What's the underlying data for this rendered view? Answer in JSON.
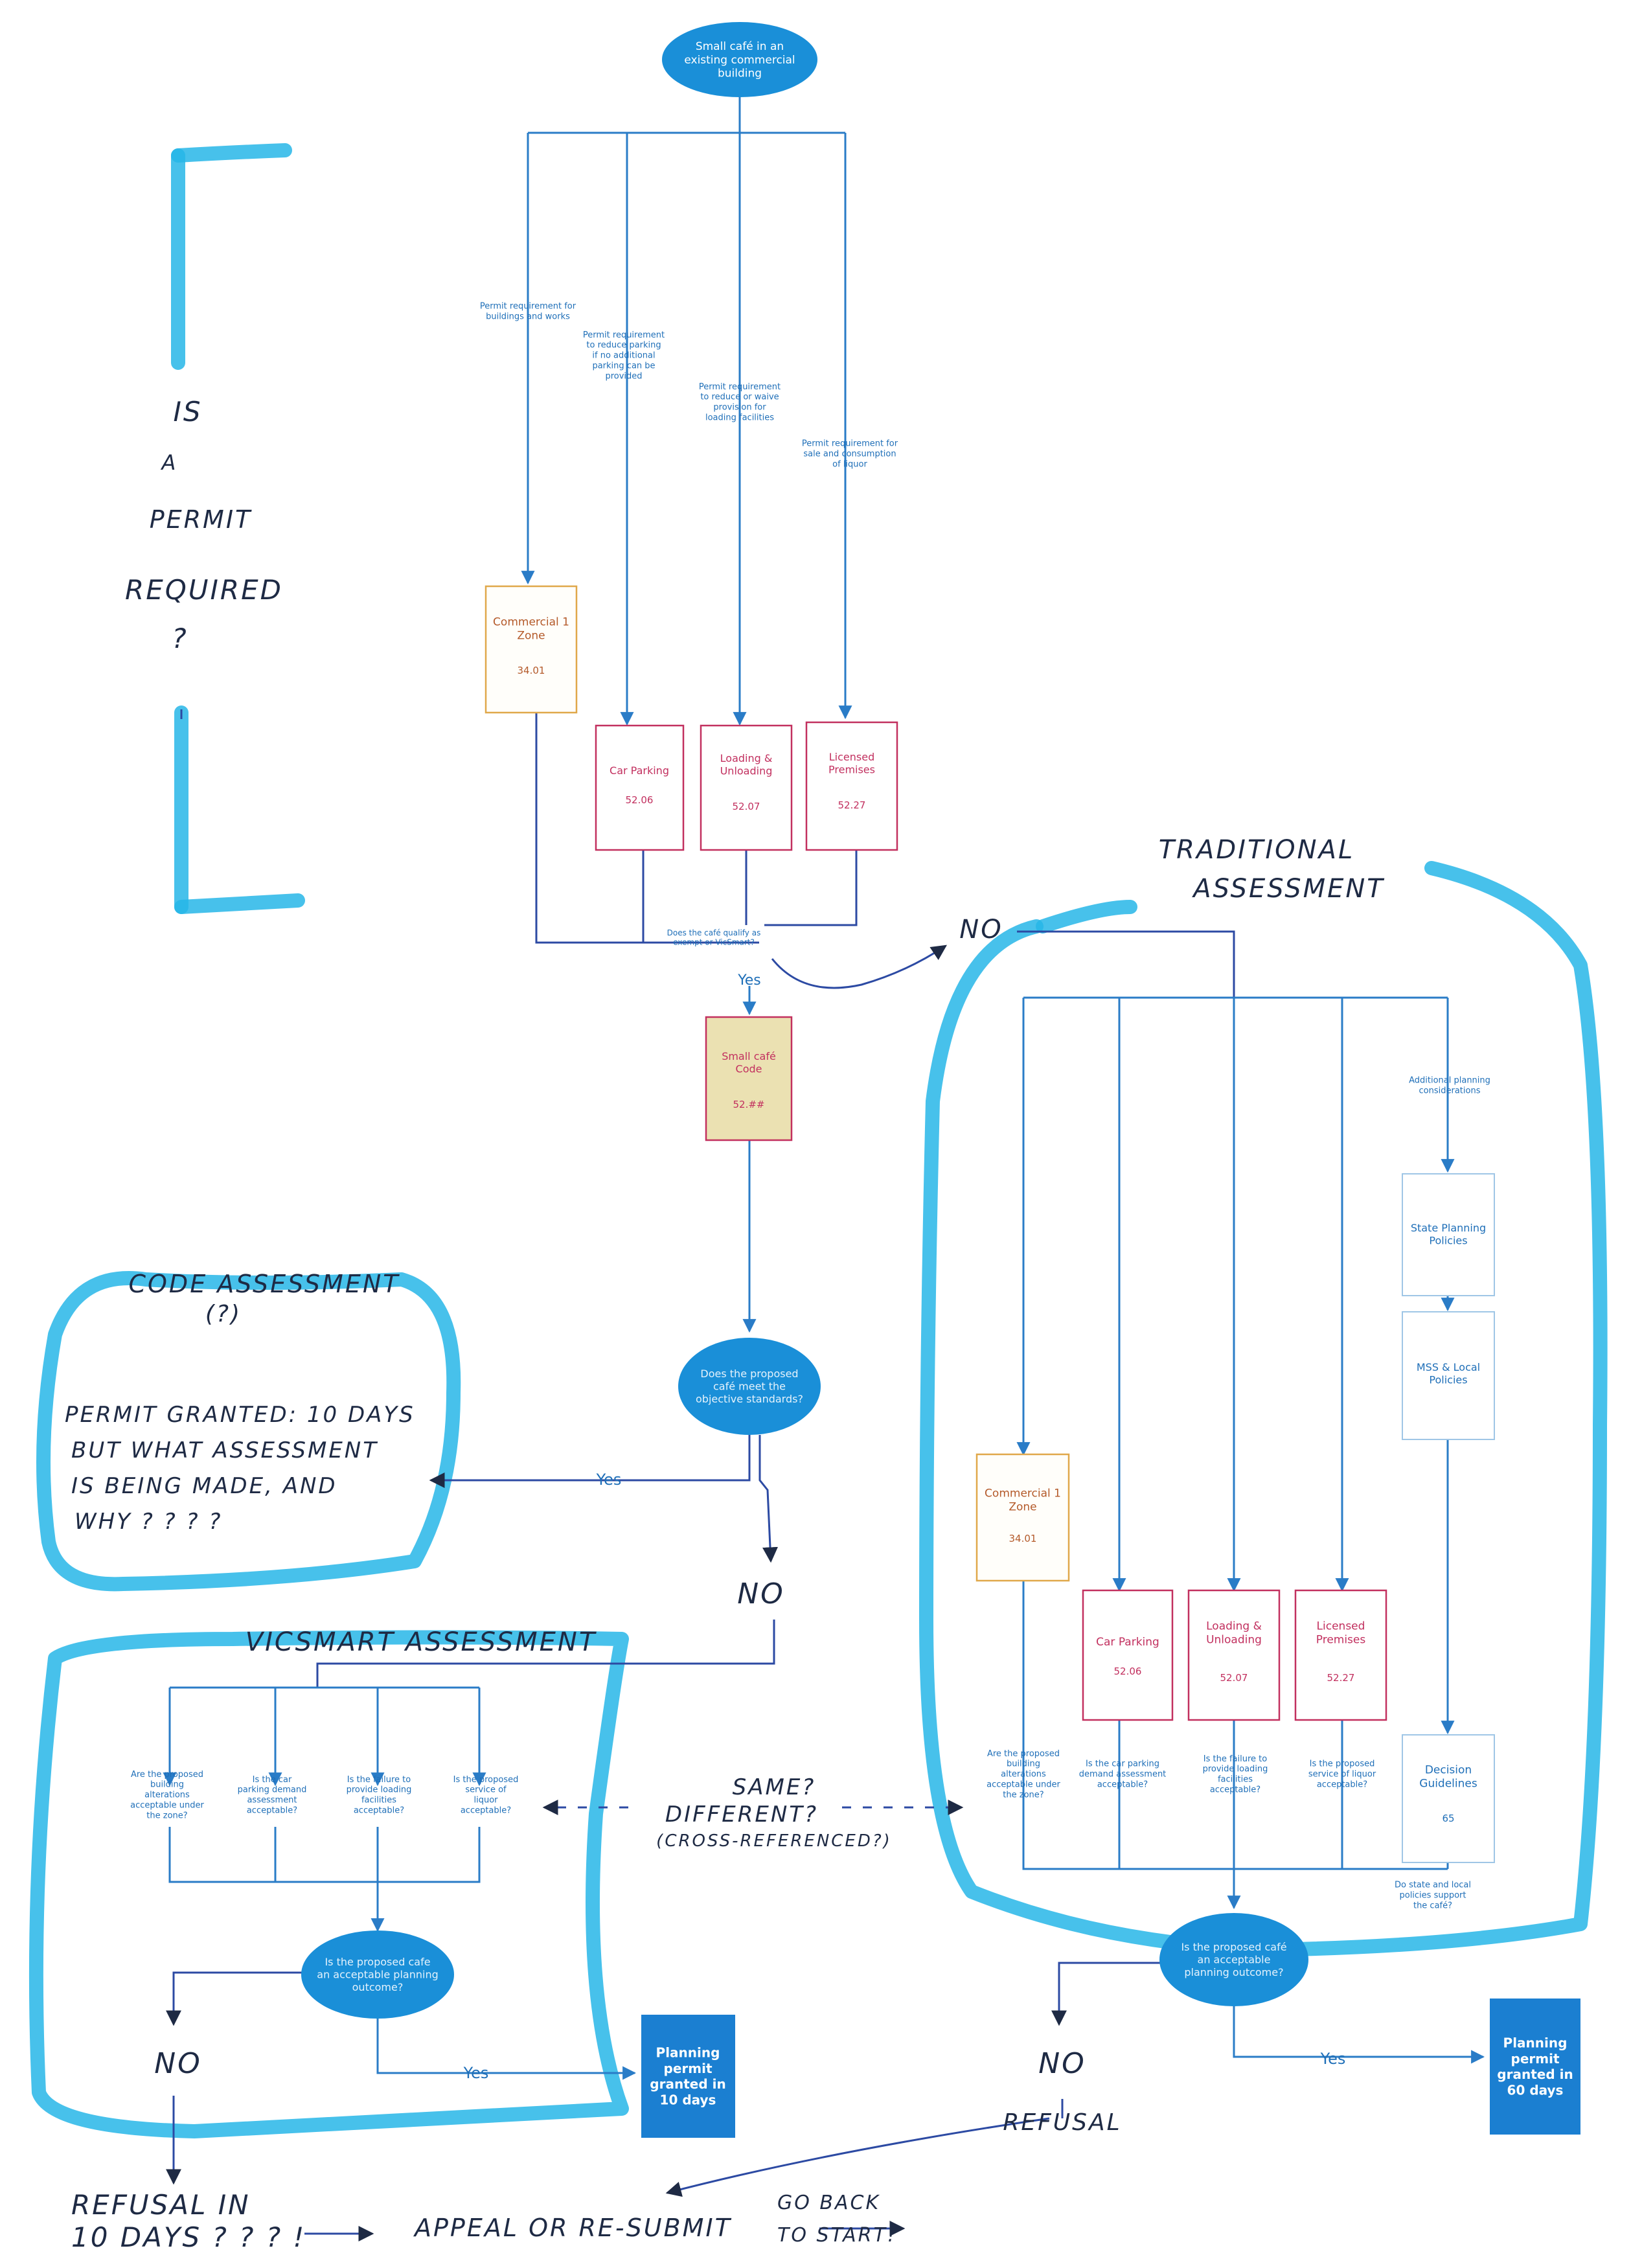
{
  "start": "Small café in an existing commercial building",
  "margin": {
    "q1": "IS",
    "q2": "A",
    "q3": "PERMIT",
    "q4": "REQUIRED",
    "q5": "?"
  },
  "permits": {
    "buildings": "Permit requirement for buildings and works",
    "parking": "Permit requirement to reduce parking if no additional parking can be provided",
    "loading": "Permit requirement to reduce or waive provision for loading facilities",
    "liquor": "Permit requirement for sale and consumption of liquor"
  },
  "boxes": {
    "c1_title": "Commercial 1 Zone",
    "c1_code": "34.01",
    "car_title": "Car Parking",
    "car_code": "52.06",
    "load_title": "Loading & Unloading",
    "load_code": "52.07",
    "lic_title": "Licensed Premises",
    "lic_code": "52.27",
    "cafe_title": "Small café Code",
    "cafe_code": "52.##",
    "state": "State Planning Policies",
    "mss": "MSS & Local Policies",
    "dg_title": "Decision Guidelines",
    "dg_code": "65"
  },
  "questions": {
    "exempt": "Does the café qualify as exempt or VicSmart?",
    "yes": "Yes",
    "objective": "Does the proposed café meet the objective standards?",
    "v_alter": "Are the proposed building alterations acceptable under the zone?",
    "v_park": "Is the car parking demand assessment acceptable?",
    "v_load": "Is the failure to provide loading facilities acceptable?",
    "v_liquor": "Is the proposed service of liquor acceptable?",
    "v_outcome": "Is the proposed cafe an acceptable planning outcome?",
    "t_alter": "Are the proposed building alterations acceptable under the zone?",
    "t_park": "Is the car parking demand assessment acceptable?",
    "t_load": "Is the failure to provide loading facilities acceptable?",
    "t_liquor": "Is the proposed service of liquor acceptable?",
    "t_policies": "Do state and local policies support the café?",
    "t_outcome": "Is the proposed café an acceptable planning outcome?",
    "additional": "Additional planning considerations"
  },
  "results": {
    "granted10": "Planning permit granted in 10 days",
    "granted60": "Planning permit granted in 60 days"
  },
  "handwritten": {
    "code_assessment": "CODE ASSESSMENT",
    "code_q": "(?)",
    "permit_granted": "PERMIT GRANTED: 10 DAYS",
    "but_what": "BUT WHAT ASSESSMENT",
    "is_being": "IS BEING MADE, AND",
    "why": "WHY ? ? ? ?",
    "no": "NO",
    "vicsmart": "VICSMART ASSESSMENT",
    "traditional1": "TRADITIONAL",
    "traditional2": "ASSESSMENT",
    "same": "SAME?",
    "different": "DIFFERENT?",
    "cross": "(CROSS-REFERENCED?)",
    "refusal_left1": "REFUSAL IN",
    "refusal_left2": "10 DAYS ? ? ? !",
    "appeal": "APPEAL OR RE-SUBMIT",
    "goback1": "GO BACK",
    "goback2": "TO START!",
    "refusal_right": "REFUSAL"
  },
  "colors": {
    "blue": "#1f6fb8",
    "ellipse": "#1a8fd8",
    "result": "#1b7fd1",
    "highlight": "#27b6e8",
    "pink_border": "#c2305f",
    "orange_border": "#e0a84a",
    "ink": "#1e2a44"
  }
}
